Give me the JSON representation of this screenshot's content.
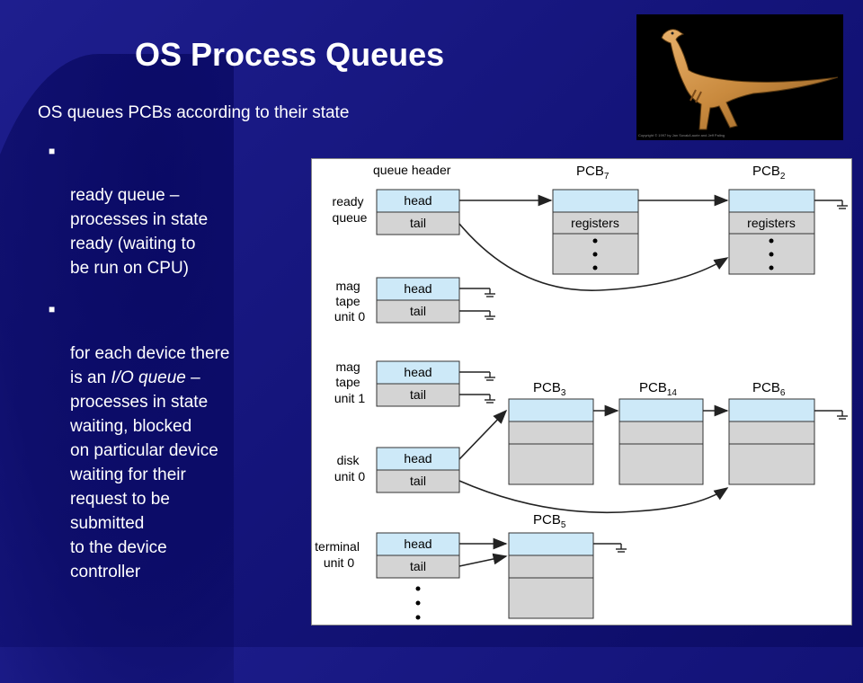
{
  "slide": {
    "title": "OS Process Queues",
    "subtitle": "OS queues PCBs according to their state",
    "bullets": [
      {
        "marker": "■",
        "text": "ready queue –\nprocesses in state\nready (waiting to\nbe run on CPU)"
      },
      {
        "marker": "■",
        "text_parts": [
          "for each device there\nis an ",
          "I/O queue",
          " –\nprocesses in state\nwaiting, blocked\non particular device\nwaiting for their\nrequest to be\nsubmitted\nto the device\ncontroller"
        ]
      }
    ],
    "photo_credit": "Copyright © 1997 by Jan Sovak/Laurie and Jeff Paling"
  },
  "diagram": {
    "header_label": "queue header",
    "head_label": "head",
    "tail_label": "tail",
    "registers_label": "registers",
    "queues": [
      {
        "label_lines": [
          "ready",
          "queue"
        ]
      },
      {
        "label_lines": [
          "mag",
          "tape",
          "unit 0"
        ]
      },
      {
        "label_lines": [
          "mag",
          "tape",
          "unit 1"
        ]
      },
      {
        "label_lines": [
          "disk",
          "unit 0"
        ]
      },
      {
        "label_lines": [
          "terminal",
          "unit 0"
        ]
      }
    ],
    "pcbs": [
      {
        "base": "PCB",
        "sub": "7"
      },
      {
        "base": "PCB",
        "sub": "2"
      },
      {
        "base": "PCB",
        "sub": "3"
      },
      {
        "base": "PCB",
        "sub": "14"
      },
      {
        "base": "PCB",
        "sub": "6"
      },
      {
        "base": "PCB",
        "sub": "5"
      }
    ],
    "colors": {
      "cell_top": "#cde9f8",
      "cell_gray": "#d4d4d4",
      "stroke": "#333333"
    }
  }
}
